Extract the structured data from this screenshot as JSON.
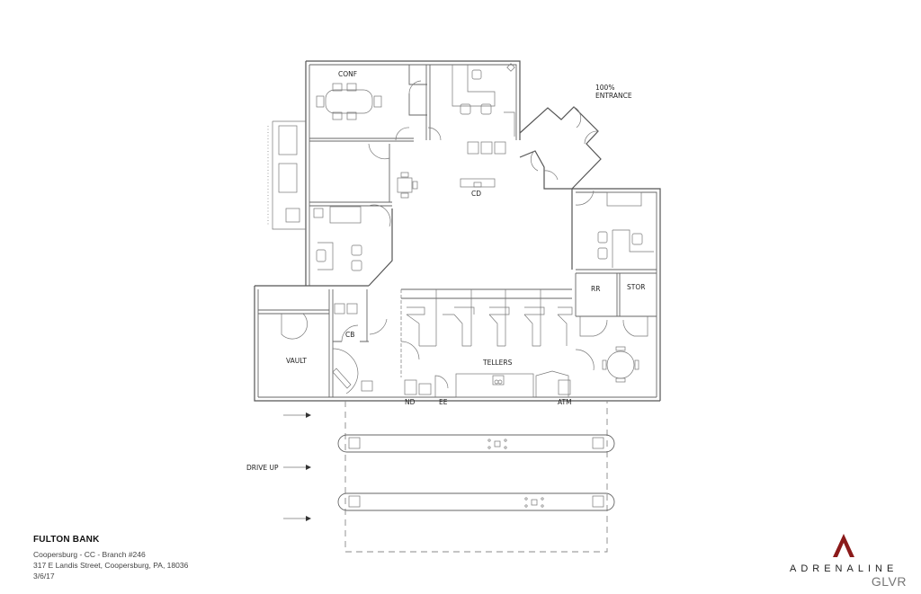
{
  "plan": {
    "rooms": {
      "conf": "CONF",
      "entrance_line1": "100%",
      "entrance_line2": "ENTRANCE",
      "cd": "CD",
      "rr": "RR",
      "stor": "STOR",
      "cb": "CB",
      "vault": "VAULT",
      "tellers": "TELLERS",
      "nd": "ND",
      "ee": "EE",
      "atm": "ATM",
      "drive_up": "DRIVE UP"
    },
    "teller_stations": 5,
    "drive_up_lanes": 2
  },
  "info": {
    "title": "FULTON BANK",
    "branch": "Coopersburg - CC - Branch #246",
    "address": "317 E Landis Street, Coopersburg, PA, 18036",
    "date": "3/6/17"
  },
  "logo": {
    "wordmark": "ADRENALINE",
    "sub": "GLVR",
    "accent_color": "#8b1a1a"
  },
  "colors": {
    "line": "#555555",
    "background": "#ffffff"
  }
}
